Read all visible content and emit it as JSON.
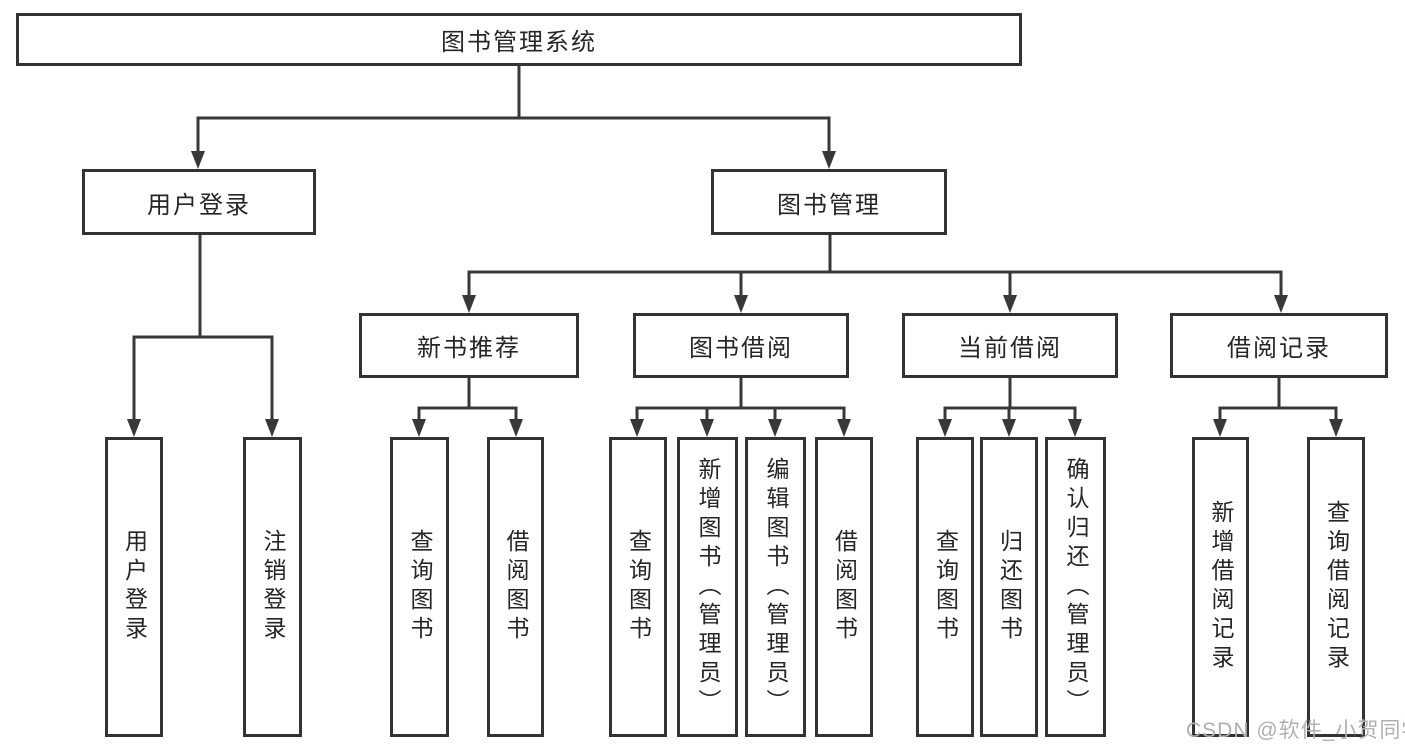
{
  "title": "图书管理系统",
  "watermark": "CSDN @软件_小贺同学",
  "colors": {
    "line": "#383838",
    "box_border": "#333333",
    "text": "#262626",
    "watermark": "#b0b0b0",
    "background": "#ffffff"
  },
  "branches": {
    "user": {
      "label": "用户登录",
      "children": {
        "login": "用户登录",
        "logout": "注销登录"
      }
    },
    "books": {
      "label": "图书管理",
      "sections": {
        "recommend": {
          "label": "新书推荐",
          "children": {
            "query": "查询图书",
            "borrow": "借阅图书"
          }
        },
        "borrow": {
          "label": "图书借阅",
          "children": {
            "query": "查询图书",
            "add": "新增图书（管理员）",
            "edit": "编辑图书（管理员）",
            "borrow": "借阅图书"
          }
        },
        "current": {
          "label": "当前借阅",
          "children": {
            "query": "查询图书",
            "return": "归还图书",
            "confirm": "确认归还（管理员）"
          }
        },
        "records": {
          "label": "借阅记录",
          "children": {
            "add": "新增借阅记录",
            "query": "查询借阅记录"
          }
        }
      }
    }
  }
}
